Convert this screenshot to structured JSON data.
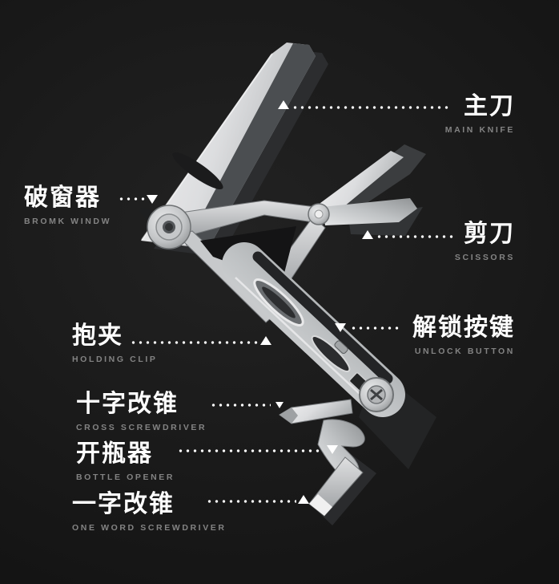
{
  "image_type": "product-part-annotation",
  "colors": {
    "background": "#1a1a1a",
    "label_text": "#fdfdfd",
    "label_subtext": "#838383",
    "leader_dots": "#ffffff",
    "steel_light": "#eeeeee",
    "steel_mid": "#b9bcbe",
    "steel_dark": "#55585a"
  },
  "labels": [
    {
      "id": "main-knife",
      "zh": "主刀",
      "en": "MAIN KNIFE",
      "side": "right",
      "arrow": "up"
    },
    {
      "id": "broken-window",
      "zh": "破窗器",
      "en": "BROMK WINDW",
      "side": "left",
      "arrow": "down"
    },
    {
      "id": "scissors",
      "zh": "剪刀",
      "en": "SCISSORS",
      "side": "right",
      "arrow": "up"
    },
    {
      "id": "holding-clip",
      "zh": "抱夹",
      "en": "HOLDING CLIP",
      "side": "left",
      "arrow": "up"
    },
    {
      "id": "unlock-button",
      "zh": "解锁按键",
      "en": "UNLOCK BUTTON",
      "side": "right",
      "arrow": "down"
    },
    {
      "id": "cross-screwdriver",
      "zh": "十字改锥",
      "en": "CROSS SCREWDRIVER",
      "side": "left",
      "arrow": "down"
    },
    {
      "id": "bottle-opener",
      "zh": "开瓶器",
      "en": "BOTTLE OPENER",
      "side": "left",
      "arrow": "down"
    },
    {
      "id": "one-word-screwdriver",
      "zh": "一字改锥",
      "en": "ONE WORD SCREWDRIVER",
      "side": "left",
      "arrow": "up"
    }
  ]
}
